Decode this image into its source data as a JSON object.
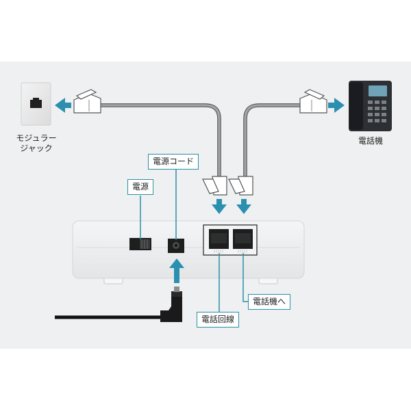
{
  "labels": {
    "modular_jack_line1": "モジュラー",
    "modular_jack_line2": "ジャック",
    "telephone": "電話機",
    "power_cord": "電源コード",
    "power": "電源",
    "phone_line": "電話回線",
    "to_phone": "電話機へ"
  },
  "colors": {
    "accent": "#2a8fa6",
    "arrow": "#2b8fb0",
    "cable": "#888888",
    "device_body": "#eef0f1"
  }
}
